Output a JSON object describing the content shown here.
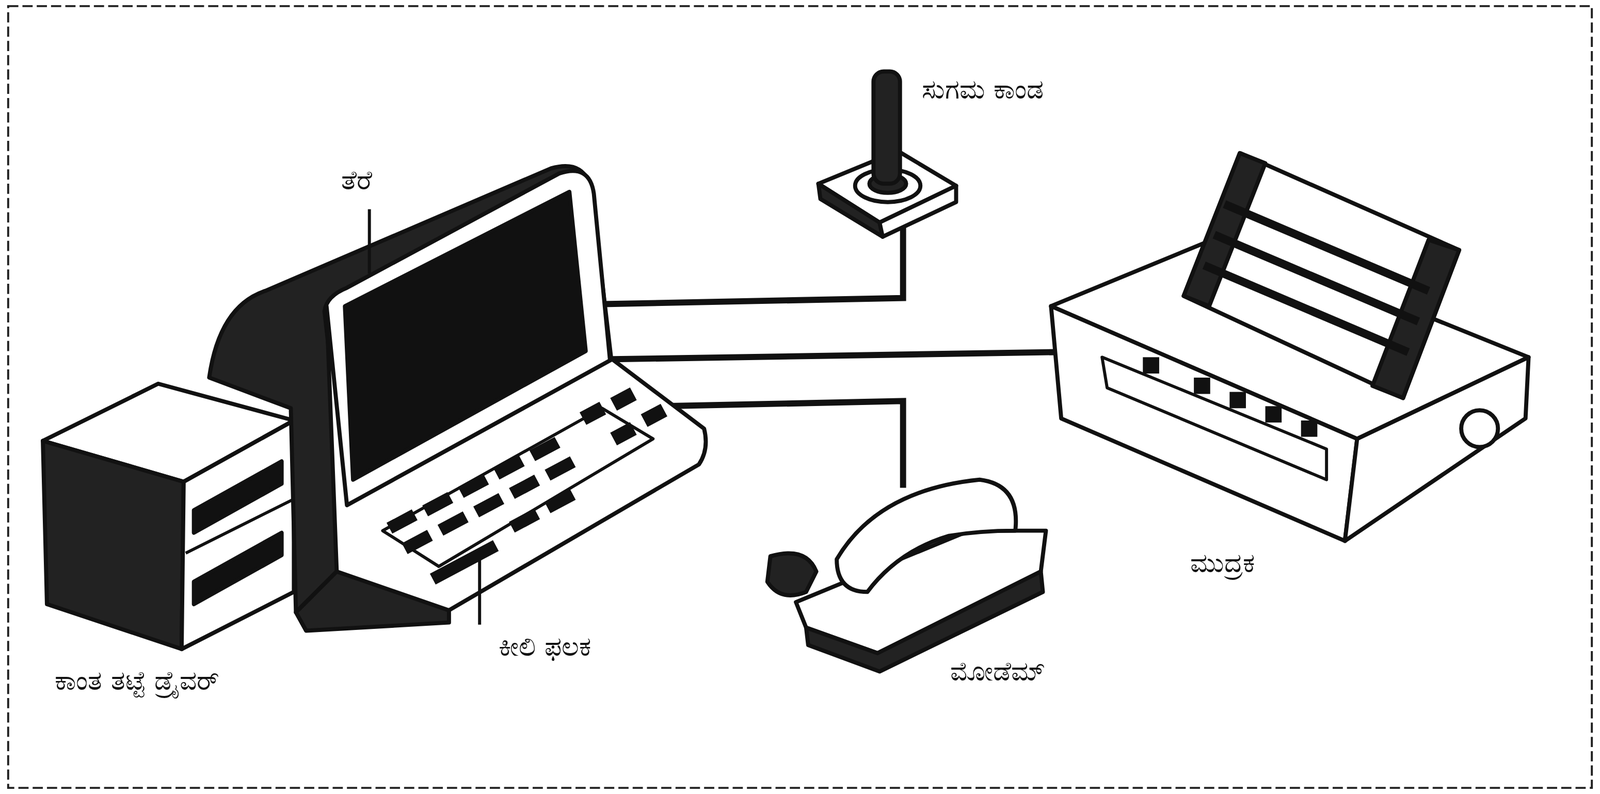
{
  "diagram": {
    "labels": [
      "ಸುಗಮ ಕಾಂಡ",
      "ತೆರೆ",
      "ಮುದ್ರಕ",
      "ಮೋಡೆಮ್",
      "ಕೀಲಿ ಫಲಕ",
      "ಕಾಂತ ತಟ್ಟೆ ಡ್ರೈವರ್"
    ]
  }
}
